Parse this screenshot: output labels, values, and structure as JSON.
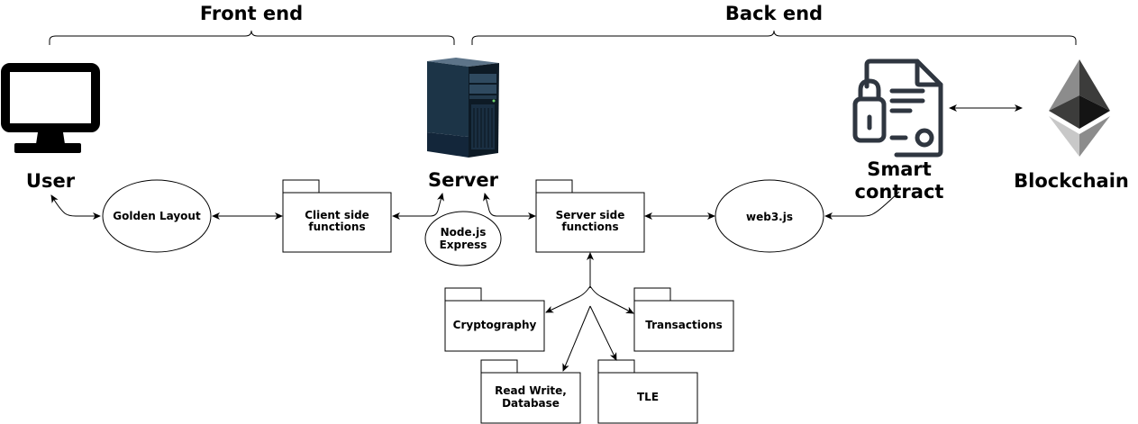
{
  "sections": {
    "front_end": "Front end",
    "back_end": "Back end"
  },
  "actors": {
    "user": "User",
    "server": "Server",
    "smart_contract_line1": "Smart",
    "smart_contract_line2": "contract",
    "blockchain": "Blockchain"
  },
  "nodes": {
    "golden_layout": "Golden Layout",
    "client_side_line1": "Client side",
    "client_side_line2": "functions",
    "node_express_line1": "Node.js",
    "node_express_line2": "Express",
    "server_side_line1": "Server side",
    "server_side_line2": "functions",
    "web3": "web3.js",
    "cryptography": "Cryptography",
    "transactions": "Transactions",
    "read_write_line1": "Read Write,",
    "read_write_line2": "Database",
    "tle": "TLE"
  },
  "icons": {
    "user": "monitor-icon",
    "server": "server-tower-icon",
    "smart_contract": "locked-document-icon",
    "blockchain": "ethereum-icon"
  },
  "colors": {
    "line": "#000000",
    "contract_icon": "#2f3640",
    "eth_dark": "#3c3c3b",
    "eth_mid": "#8c8c8c",
    "eth_light": "#c8c8c8"
  }
}
